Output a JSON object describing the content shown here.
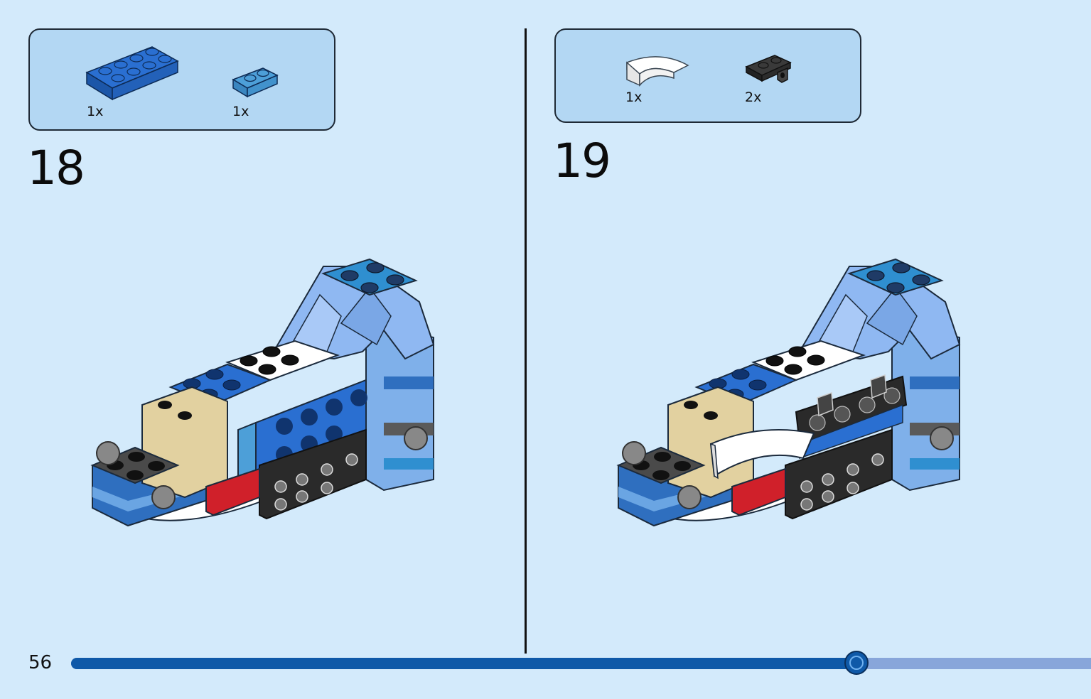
{
  "step18": {
    "number": "18",
    "parts": [
      {
        "qty": "1x",
        "icon": "blue-plate-2x4-icon"
      },
      {
        "qty": "1x",
        "icon": "light-blue-plate-1x2-icon"
      }
    ]
  },
  "step19": {
    "number": "19",
    "parts": [
      {
        "qty": "1x",
        "icon": "white-curved-slope-icon"
      },
      {
        "qty": "2x",
        "icon": "black-plate-with-clip-icon"
      }
    ]
  },
  "footer": {
    "page_number": "56",
    "progress": 0.77
  },
  "colors": {
    "background": "#d3eafb",
    "parts_box": "#b3d7f3",
    "progress_fill": "#0f59a8",
    "progress_track": "#88a6da"
  }
}
